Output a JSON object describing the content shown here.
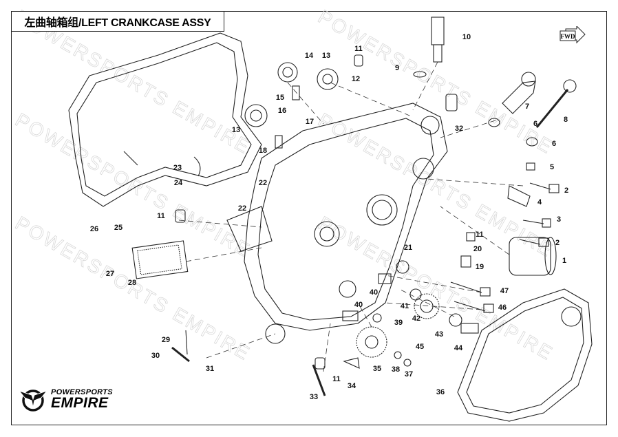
{
  "title": "左曲轴箱组/LEFT CRANKCASE ASSY",
  "fwd_label": "FWD",
  "logo": {
    "line1": "POWERSPORTS",
    "line2": "EMPIRE"
  },
  "watermark": "POWERSPORTS EMPIRE",
  "callouts": [
    "1",
    "2",
    "2",
    "3",
    "4",
    "5",
    "6",
    "6",
    "7",
    "8",
    "9",
    "10",
    "11",
    "11",
    "11",
    "11",
    "12",
    "13",
    "13",
    "14",
    "15",
    "16",
    "17",
    "18",
    "19",
    "20",
    "21",
    "22",
    "22",
    "23",
    "24",
    "25",
    "26",
    "27",
    "28",
    "29",
    "30",
    "31",
    "32",
    "33",
    "34",
    "35",
    "36",
    "37",
    "38",
    "39",
    "40",
    "40",
    "41",
    "42",
    "43",
    "44",
    "45",
    "46",
    "47"
  ]
}
